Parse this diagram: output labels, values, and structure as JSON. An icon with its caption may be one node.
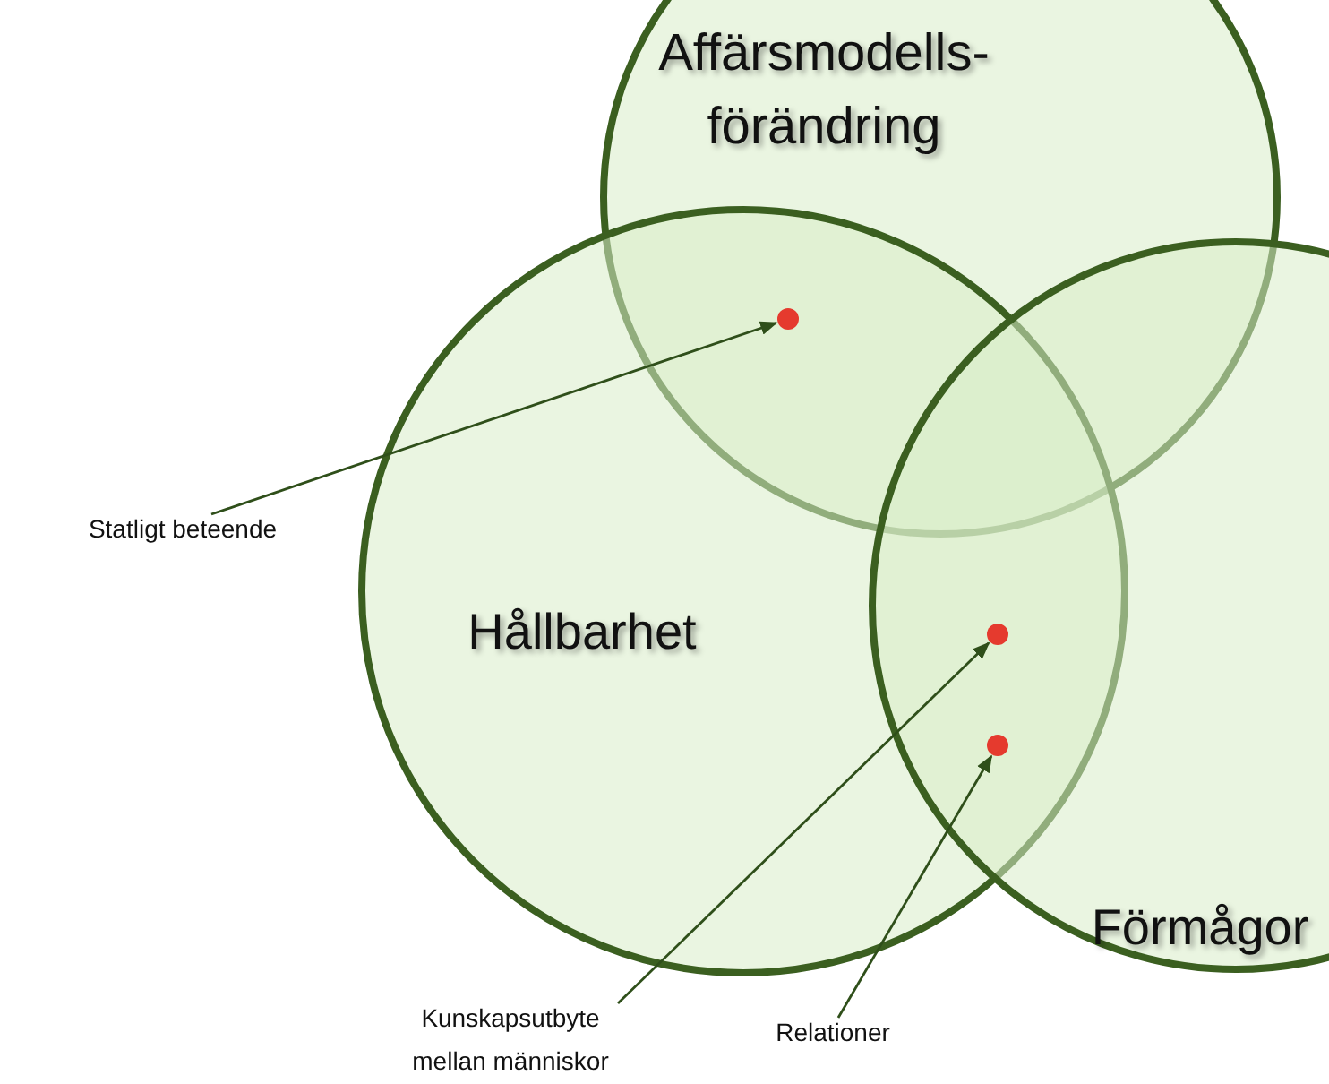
{
  "diagram": {
    "nodes": [
      {
        "text": [
          "Affärsmodells- förändring"
        ]
      },
      {
        "text": [
          "Hållbarhet"
        ]
      },
      {
        "text": [
          "Förmågor"
        ]
      },
      {
        "text": [],
        "shape": "circle"
      },
      {
        "text": [
          "Statligt beteende"
        ]
      },
      {
        "text": [],
        "shape": "circle"
      },
      {
        "text": [],
        "shape": "circle"
      },
      {
        "text": [
          "Kunskapsutbyte mellan människor"
        ]
      },
      {
        "text": [
          "Relationer"
        ]
      }
    ],
    "edges": [
      {
        "from": 4,
        "to": 3,
        "arrow": "to"
      },
      {
        "from": 7,
        "to": 5,
        "arrow": "to"
      },
      {
        "from": 8,
        "to": 6,
        "arrow": "to"
      }
    ]
  }
}
